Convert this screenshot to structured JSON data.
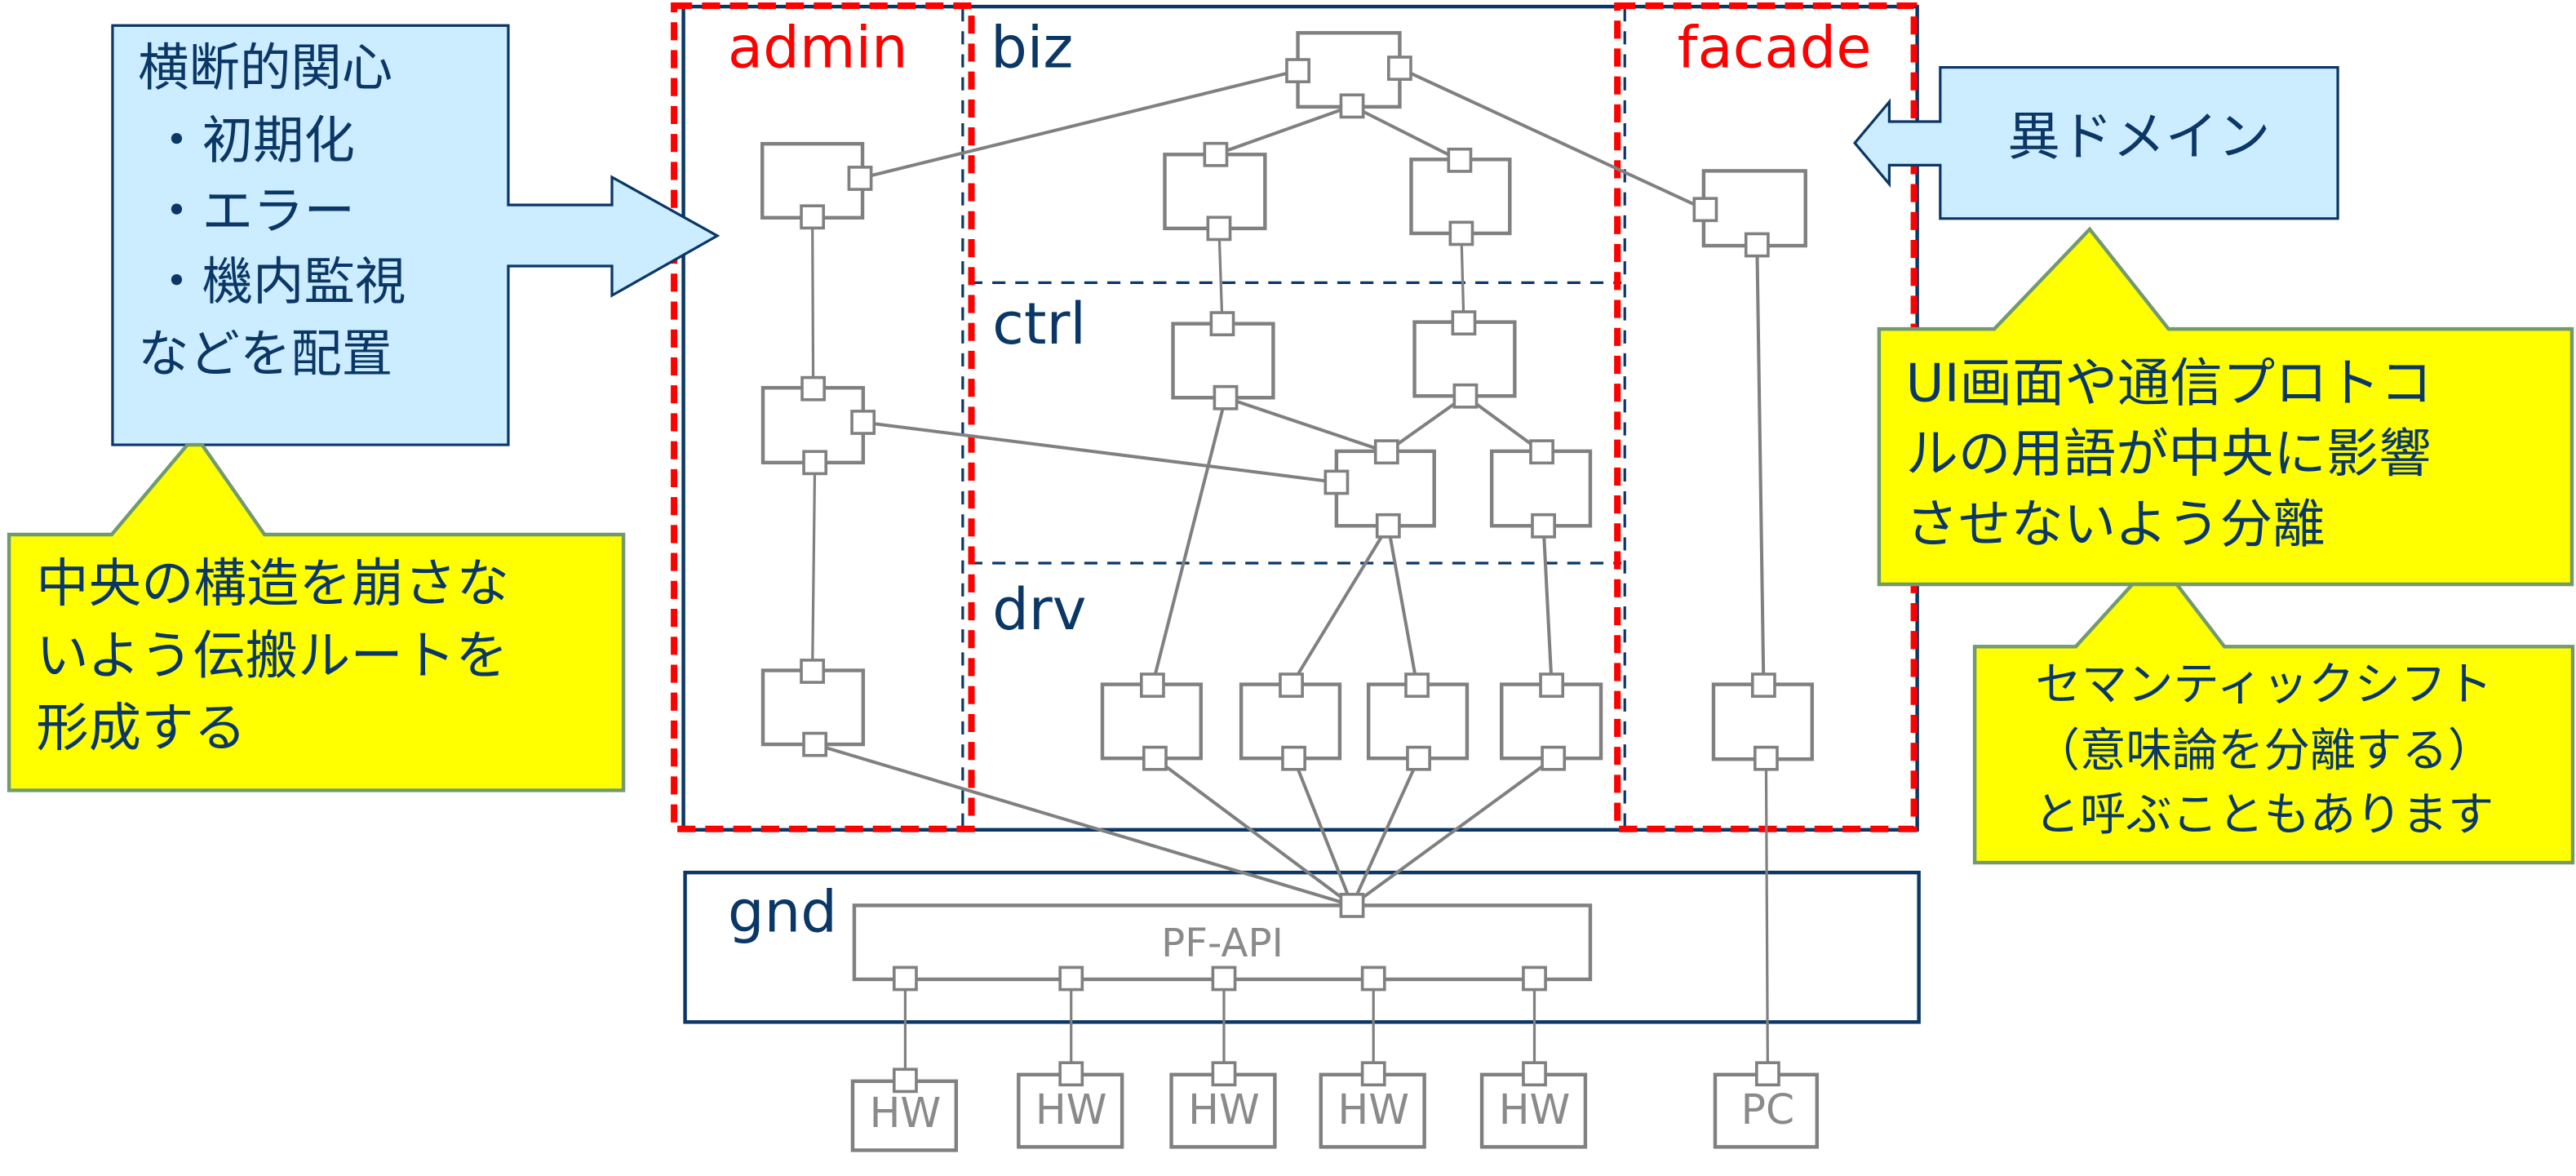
{
  "diagram": {
    "layers": {
      "admin": "admin",
      "biz": "biz",
      "ctrl": "ctrl",
      "drv": "drv",
      "facade": "facade",
      "gnd": "gnd"
    },
    "pf_api_label": "PF-API",
    "hardware_labels": [
      "HW",
      "HW",
      "HW",
      "HW",
      "HW"
    ],
    "pc_label": "PC"
  },
  "callouts": {
    "cross_cutting": {
      "lines": [
        "横断的関心",
        "・初期化",
        "・エラー",
        "・機内監視",
        "などを配置"
      ]
    },
    "admin_note": {
      "lines": [
        "中央の構造を崩さな",
        "いよう伝搬ルートを",
        "形成する"
      ]
    },
    "other_domain": {
      "lines": [
        "異ドメイン"
      ]
    },
    "facade_note": {
      "lines": [
        "UI画面や通信プロトコ",
        "ルの用語が中央に影響",
        "させないよう分離"
      ]
    },
    "semantic_shift": {
      "lines": [
        "セマンティックシフト",
        "（意味論を分離する）",
        "と呼ぶこともあります"
      ]
    }
  },
  "colors": {
    "navy": "#0A3766",
    "red": "#FF0000",
    "gray": "#808080",
    "light_blue": "#CCECFF",
    "yellow": "#FFFF00",
    "callout_border": "#739A6F"
  }
}
